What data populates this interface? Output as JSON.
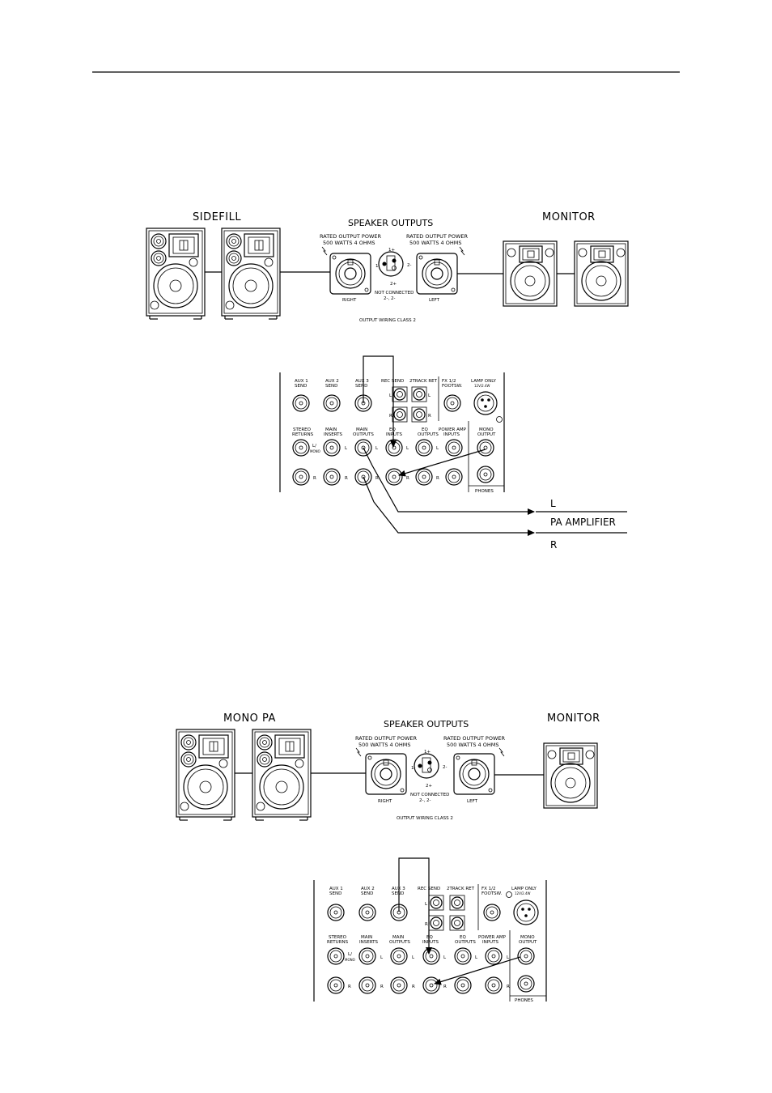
{
  "diagram1": {
    "sidefill_label": "SIDEFILL",
    "speaker_outputs_label": "SPEAKER OUTPUTS",
    "monitor_label": "MONITOR",
    "rated_power_line1": "RATED OUTPUT POWER",
    "rated_power_line2": "500 WATTS 4 OHMS",
    "right_label": "RIGHT",
    "left_label": "LEFT",
    "not_connected_line1": "NOT CONNECTED",
    "not_connected_line2": "2-, 2-",
    "output_wiring": "OUTPUT WIRING CLASS 2",
    "pin1": "1+",
    "pin1m": "1-",
    "pin2": "2+",
    "pin2m": "2-"
  },
  "panel": {
    "aux1": [
      "AUX 1",
      "SEND"
    ],
    "aux2": [
      "AUX 2",
      "SEND"
    ],
    "aux3": [
      "AUX 3",
      "SEND"
    ],
    "rec_send": "REC SEND",
    "track_ret": "2TRACK RET",
    "fx": [
      "FX 1/2",
      "FOOTSW."
    ],
    "lamp": [
      "LAMP ONLY",
      "12V/2.4W"
    ],
    "stereo_returns": [
      "STEREO",
      "RETURNS"
    ],
    "main_inserts": [
      "MAIN",
      "INSERTS"
    ],
    "main_outputs": [
      "MAIN",
      "OUTPUTS"
    ],
    "eq_inputs": [
      "EQ",
      "INPUTS"
    ],
    "eq_outputs": [
      "EQ",
      "OUTPUTS"
    ],
    "power_amp_inputs": [
      "POWER AMP",
      "INPUTS"
    ],
    "mono_output": [
      "MONO",
      "OUTPUT"
    ],
    "phones": "PHONES",
    "l": "L",
    "r": "R",
    "l_mono": "L/",
    "mono": "MONO"
  },
  "diagram1_outputs": {
    "l_label": "L",
    "pa_amplifier": "PA AMPLIFIER",
    "r_label": "R"
  },
  "diagram2": {
    "mono_pa_label": "MONO PA",
    "speaker_outputs_label": "SPEAKER OUTPUTS",
    "monitor_label": "MONITOR"
  }
}
